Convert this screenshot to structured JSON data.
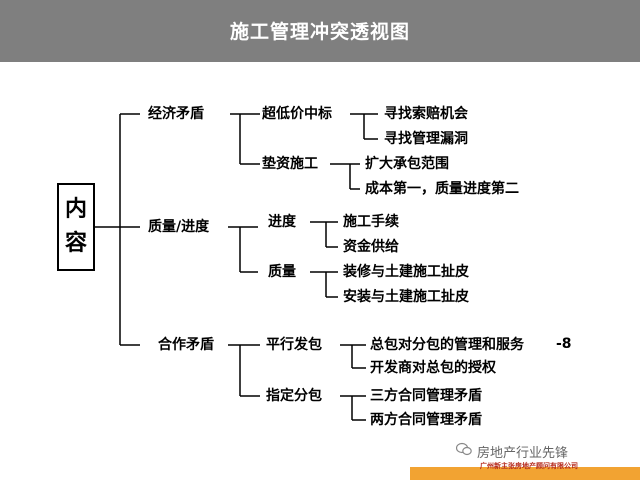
{
  "header": {
    "title": "施工管理冲突透视图"
  },
  "root": {
    "label": "内容"
  },
  "branches": [
    {
      "label": "经济矛盾",
      "children": [
        {
          "label": "超低价中标",
          "leaves": [
            "寻找索赔机会",
            "寻找管理漏洞"
          ]
        },
        {
          "label": "垫资施工",
          "leaves": [
            "扩大承包范围",
            "成本第一，质量进度第二"
          ]
        }
      ]
    },
    {
      "label": "质量/进度",
      "children": [
        {
          "label": "进度",
          "leaves": [
            "施工手续",
            "资金供给"
          ]
        },
        {
          "label": "质量",
          "leaves": [
            "装修与土建施工扯皮",
            "安装与土建施工扯皮"
          ]
        }
      ]
    },
    {
      "label": "合作矛盾",
      "children": [
        {
          "label": "平行发包",
          "leaves": [
            "总包对分包的管理和服务",
            "开发商对总包的授权"
          ]
        },
        {
          "label": "指定分包",
          "leaves": [
            "三方合同管理矛盾",
            "两方合同管理矛盾"
          ]
        }
      ]
    }
  ],
  "slide_code": "-8",
  "footer": {
    "brand": "房地产行业先锋",
    "company": "广州新主张房地产顾问有限公司",
    "accent_color": "#f2a332"
  }
}
